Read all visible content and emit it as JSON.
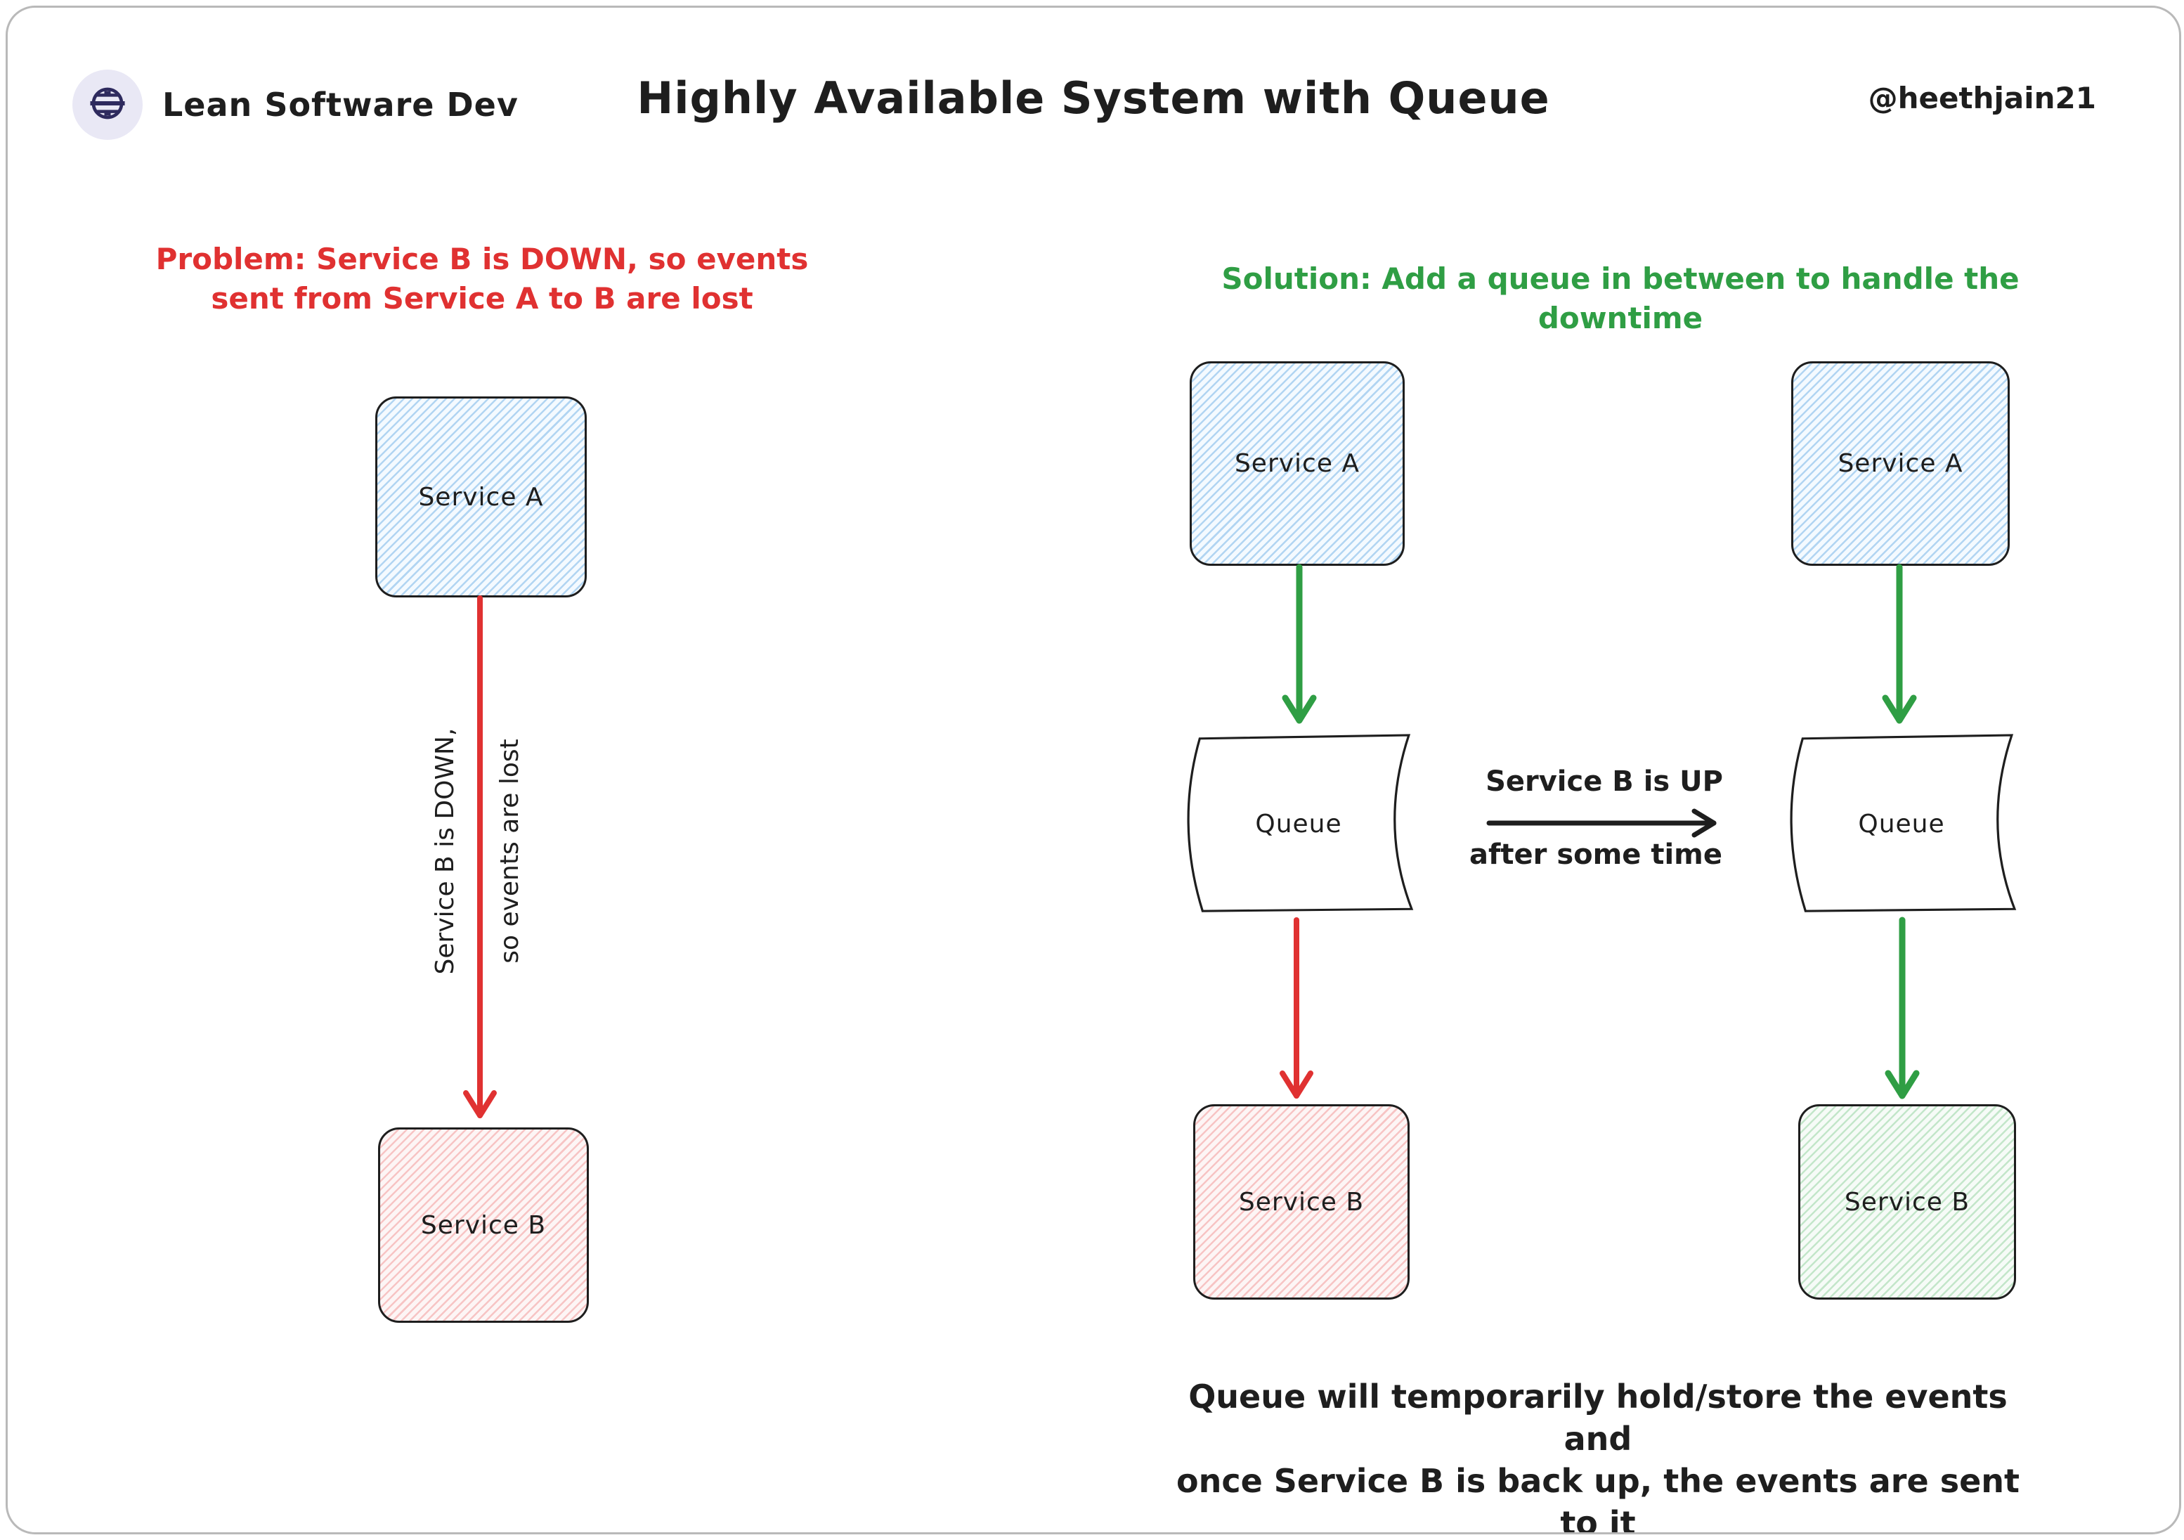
{
  "header": {
    "brand": "Lean Software Dev",
    "title": "Highly Available System with Queue",
    "handle": "@heethjain21"
  },
  "problem": {
    "label_line1": "Problem: Service B is DOWN, so events",
    "label_line2": "sent from Service A to B are lost",
    "service_a": "Service A",
    "service_b": "Service B",
    "arrow_note_left": "Service B is DOWN,",
    "arrow_note_right": "so events are lost"
  },
  "solution": {
    "label": "Solution: Add a queue in between to handle the downtime",
    "before": {
      "service_a": "Service A",
      "queue": "Queue",
      "service_b": "Service B"
    },
    "after": {
      "service_a": "Service A",
      "queue": "Queue",
      "service_b": "Service B"
    },
    "transition_top": "Service B is UP",
    "transition_bottom": "after some time",
    "caption_line1": "Queue will temporarily hold/store the events and",
    "caption_line2": "once Service B is back up, the events are sent to it"
  },
  "colors": {
    "problem_text": "#e03131",
    "solution_text": "#2f9e44",
    "red_arrow": "#e03131",
    "green_arrow": "#2f9e44",
    "black_ink": "#1e1e1e",
    "service_a_fill": "#dcebf8",
    "service_down_fill": "#fbe1e1",
    "service_up_fill": "#e2f4e5",
    "logo_bg": "#e9e8f5",
    "logo_fg": "#2e2a5e"
  },
  "icons": {
    "logo": "globe-logo-icon"
  }
}
